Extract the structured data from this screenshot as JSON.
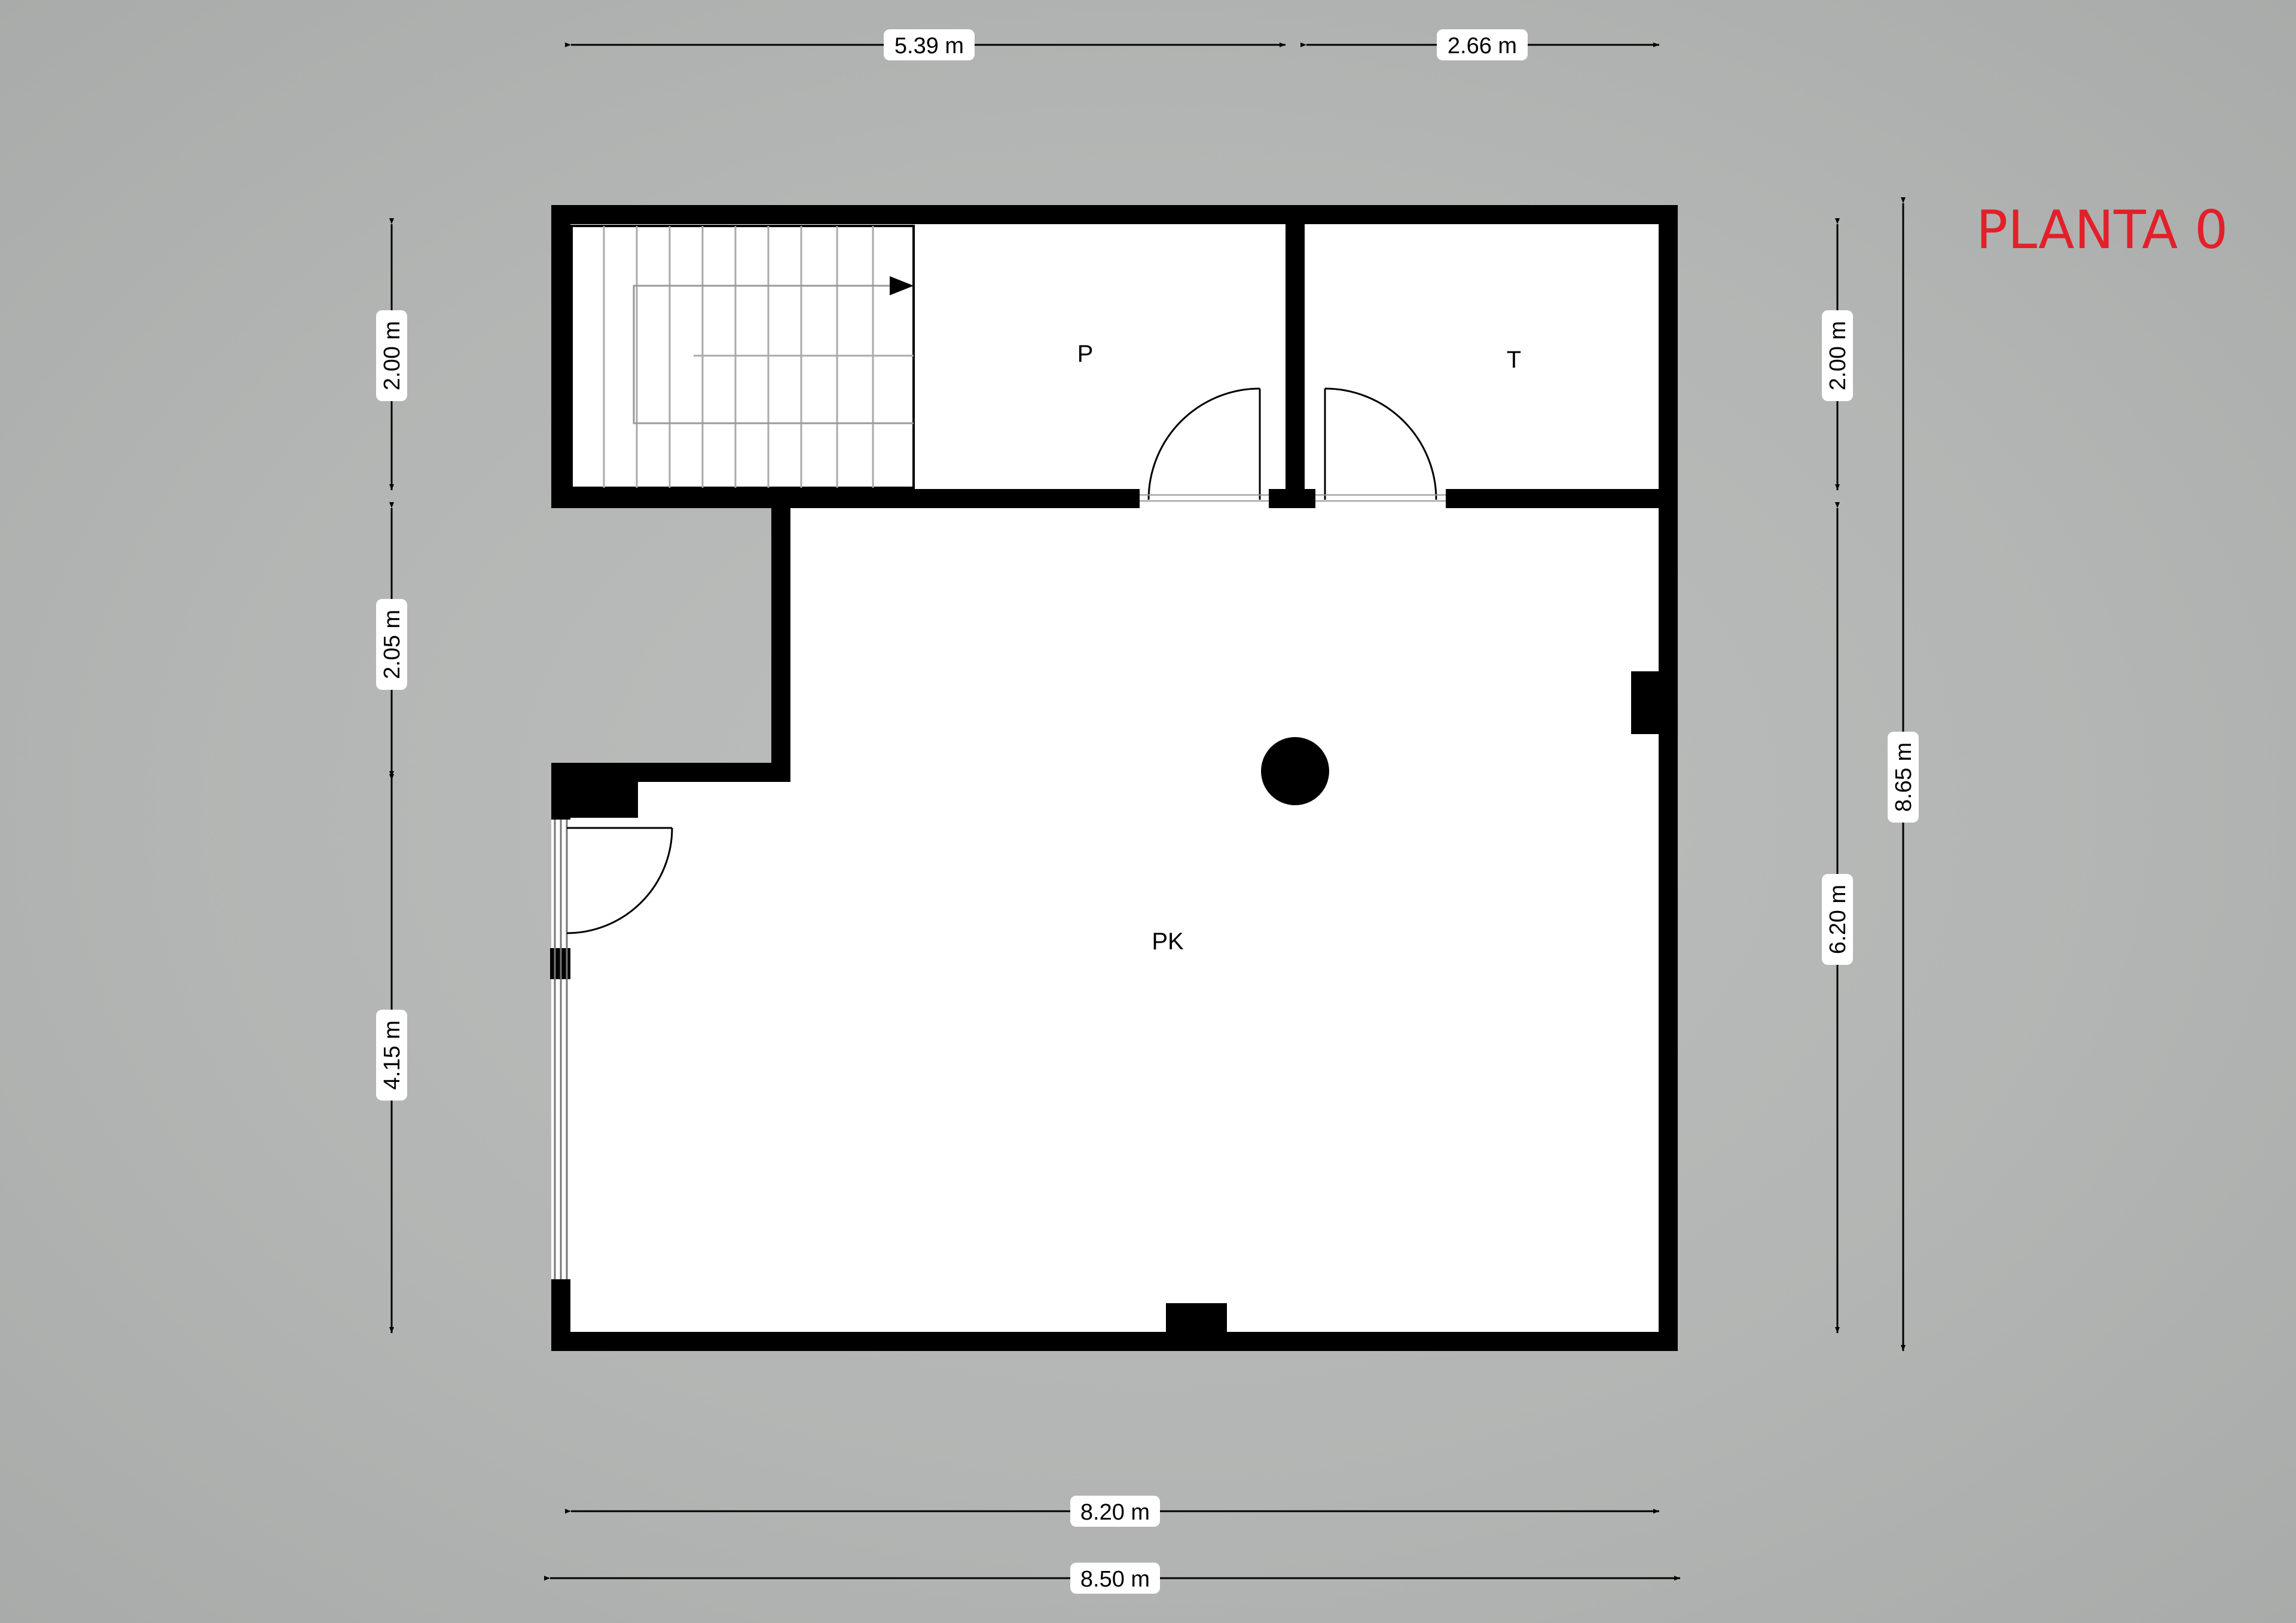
{
  "floor_title": "PLANTA 0",
  "title_color": "#e2202a",
  "rooms": {
    "p": "P",
    "t": "T",
    "pk": "PK"
  },
  "dimensions": {
    "top_left": "5.39 m",
    "top_right": "2.66 m",
    "left_upper": "2.00 m",
    "left_middle": "2.05 m",
    "left_lower": "4.15 m",
    "right_upper": "2.00 m",
    "right_lower": "6.20 m",
    "right_total": "8.65 m",
    "bottom_inner": "8.20 m",
    "bottom_outer": "8.50 m"
  }
}
